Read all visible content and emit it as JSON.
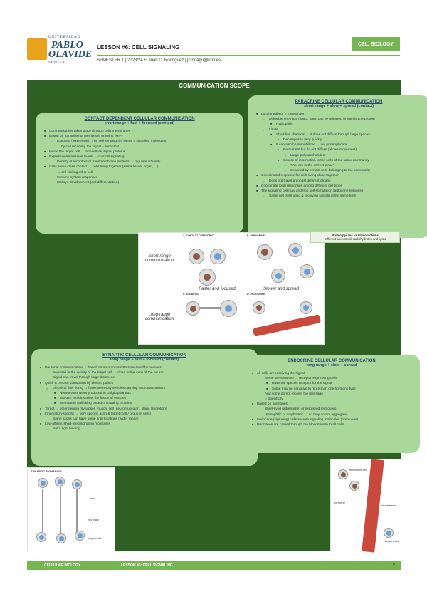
{
  "header": {
    "logo_top": "UNIVERSIDAD",
    "logo_main1": "PABLO",
    "logo_main2": "OLAVIDE",
    "logo_bottom": "SEVILLA",
    "lesson_title": "LESSON #6: CELL SIGNALING",
    "subtitle": "SEMESTER 1 | 2023/24 F. Juan C. Rodriguez | jcrodagu@upo.es",
    "tag": "CEL. BIOLOGY"
  },
  "main_title": "COMMUNICATION SCOPE",
  "contact": {
    "title": "CONTACT DEPENDENT CELLULAR COMMUNICATION",
    "subtitle": "short range + fast + focused (contact)",
    "items": [
      {
        "level": 1,
        "text": "Communication takes place through cells membranes"
      },
      {
        "level": 1,
        "text": "Based on transplasma membrane proteins (MIP)"
      },
      {
        "level": 2,
        "text": "Exposed / expressed → by cell sending the signal      = signaling molecules"
      },
      {
        "level": 0,
        "text": "→ by cell receiving the signal      = receptors"
      },
      {
        "level": 1,
        "text": "Inside the target cell → intracellular signal proteins"
      },
      {
        "level": 1,
        "text": "Expression/repression levels → controls signaling"
      },
      {
        "level": 0,
        "text": "Density of receptors or transmembrane proteins → regulate intensity"
      },
      {
        "level": 1,
        "text": "Cells are in close contact    → cells living together (same tissue, organ, ...)"
      },
      {
        "level": 0,
        "text": "→ cell visiting other cell"
      },
      {
        "level": 0,
        "text": "Immune system responses"
      },
      {
        "level": 0,
        "text": "Embryo development (cell differentiation)"
      }
    ]
  },
  "paracrine": {
    "title": "PARACRINE CELLULAR COMMUNICATION",
    "subtitle": "short range + slow + spread (contact)",
    "items": [
      {
        "level": 1,
        "text": "Local mediator = messenger"
      },
      {
        "level": 2,
        "text": "Diffusible chemical (liquid, gas), can be released or membrane protein"
      },
      {
        "level": 3,
        "text": "Hydrophilic"
      },
      {
        "level": 2,
        "text": "Limits"
      },
      {
        "level": 3,
        "text": "Short-live chemical → it does not diffuse through large spaces"
      },
      {
        "level": 4,
        "text": "Decomposes very quickly"
      },
      {
        "level": 3,
        "text": "It can also be immobilized → i.e. proteoglycans"
      },
      {
        "level": 4,
        "text": "Permanent but do not diffuse (allows movement)"
      },
      {
        "level": 5,
        "text": "Large polysaccharides"
      },
      {
        "level": 4,
        "text": "Source of information to the cells of the same community"
      },
      {
        "level": 5,
        "text": "\"You are in the correct place\""
      },
      {
        "level": 5,
        "text": "Secreted by certain cells belonging to the community"
      },
      {
        "level": 1,
        "text": "Coordinated response for cells living close together"
      },
      {
        "level": 2,
        "text": "Does not travel amongst different organs"
      },
      {
        "level": 1,
        "text": "Coordinate local responses among different cell types"
      },
      {
        "level": 1,
        "text": "The signaling cell may undergo self-stimulation (autocrine response)"
      },
      {
        "level": 2,
        "text": "Same cell is sending & receiving signals at the same time"
      }
    ]
  },
  "note": {
    "bold": "Proteoglycans vs Glycoproteins",
    "text": "Different amounts of carbohydrates and lipids"
  },
  "figure_center": {
    "label_a": "A. CONTACT-DEPENDENT",
    "label_b": "B. PARACRINE",
    "label_c": "C. SYNAPTIC",
    "label_d": "D. ENDOCRINE",
    "short_range": "Short-range communication",
    "long_range": "Long-range communication",
    "faster": "Faster and focused",
    "slower": "Slower and spread"
  },
  "synaptic": {
    "title": "SYNAPTIC CELLULAR COMMUNICATION",
    "subtitle": "long range + fast + focused (contact)",
    "items": [
      {
        "level": 1,
        "text": "Neuronal communication → based on neurotransmitters secreted by neurons"
      },
      {
        "level": 0,
        "text": "Secreted in the vicinity of the target cell → close to the axon of the neuron"
      },
      {
        "level": 0,
        "text": "Signal can travel through large distances"
      },
      {
        "level": 1,
        "text": "Quick & precise stimulation by electric pulses"
      },
      {
        "level": 2,
        "text": "Electrical flow (ions) → fuses secretory vesicles carrying neurotransmitters"
      },
      {
        "level": 3,
        "text": "Neurotransmitters produced in Golgi apparatus"
      },
      {
        "level": 3,
        "text": "SNARE proteins allow the fusion of vesicles"
      },
      {
        "level": 3,
        "text": "Membrane trafficking based on coating proteins"
      },
      {
        "level": 1,
        "text": "Target → other neuron (synapse), muscle cell (neuromuscular), gland (secretion)"
      },
      {
        "level": 1,
        "text": "Innervation-specific → very specific axon & target (cell / group of cells)"
      },
      {
        "level": 0,
        "text": "Some axons can have some final locations (wider range)"
      },
      {
        "level": 1,
        "text": "Low-affinity, short-lived signaling molecules"
      },
      {
        "level": 2,
        "text": "Not a tight binding"
      }
    ]
  },
  "endocrine": {
    "title": "ENDOCRINE CELLULAR COMMUNICATION",
    "subtitle": "long range + slow + spread",
    "items": [
      {
        "level": 1,
        "text": "All cells are receiving the signal"
      },
      {
        "level": 0,
        "text": "Some are sensitive → receptor-expressing cells"
      },
      {
        "level": 3,
        "text": "Have the specific receptor for the signal"
      },
      {
        "level": 3,
        "text": "Some may be sensitive to more than one hormone type"
      },
      {
        "level": 0,
        "text": "And some do not receive the message"
      },
      {
        "level": 0,
        "text": "= Specificity"
      },
      {
        "level": 1,
        "text": "Based on hormones"
      },
      {
        "level": 0,
        "text": "Short-lived (adrenaline) or long-lived (estrogen)"
      },
      {
        "level": 0,
        "text": "Hydrophilic or amphoteric → so they do not aggregate"
      },
      {
        "level": 1,
        "text": "Endocrine (signaling) cells secrete signaling molecules (hormones)"
      },
      {
        "level": 1,
        "text": "Hormones are carried through the bloodstream to all cells"
      }
    ]
  },
  "synaptic_fig": {
    "title": "SYNAPTIC SIGNALING",
    "axon": "axon",
    "target": "target cells",
    "body": "cell body"
  },
  "endocrine_fig": {
    "cell_label": "endocrine cell",
    "hormone": "hormone",
    "bloodstream": "bloodstream",
    "target": "target cells"
  },
  "footer": {
    "left": "CELLULAR BIOLOGY",
    "mid": "LESSON #6: CELL SIGNALING",
    "page": "2"
  },
  "colors": {
    "main_bg": "#2e5f23",
    "box_bg": "#a9d89a",
    "accent": "#75b552",
    "logo_orange": "#e8a21c"
  }
}
